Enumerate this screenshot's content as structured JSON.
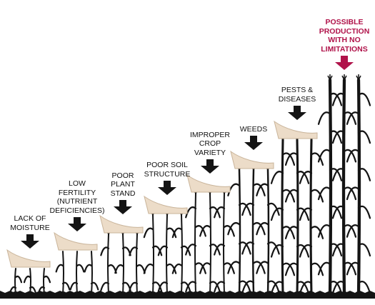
{
  "colors": {
    "ink": "#141414",
    "accent": "#b0134a",
    "wedge": "#ecdcc8",
    "wedge_edge": "#c9b49a"
  },
  "icons": {
    "step_arrow": "arrow-down-icon",
    "wedge": "barrier-wedge-icon"
  },
  "stages": [
    {
      "lines": [
        "LACK OF",
        "MOISTURE"
      ],
      "plant_height": 0.12,
      "plants": 3
    },
    {
      "lines": [
        "LOW",
        "FERTILITY",
        "(NUTRIENT",
        "DEFICIENCIES)"
      ],
      "plant_height": 0.2,
      "plants": 3
    },
    {
      "lines": [
        "POOR",
        "PLANT",
        "STAND"
      ],
      "plant_height": 0.28,
      "plants": 3
    },
    {
      "lines": [
        "POOR SOIL",
        "STRUCTURE"
      ],
      "plant_height": 0.37,
      "plants": 3
    },
    {
      "lines": [
        "IMPROPER",
        "CROP",
        "VARIETY"
      ],
      "plant_height": 0.47,
      "plants": 3
    },
    {
      "lines": [
        "WEEDS"
      ],
      "plant_height": 0.58,
      "plants": 3
    },
    {
      "lines": [
        "PESTS &",
        "DISEASES"
      ],
      "plant_height": 0.72,
      "plants": 3
    },
    {
      "lines": [
        "POSSIBLE",
        "PRODUCTION",
        "WITH NO",
        "LIMITATIONS"
      ],
      "plant_height": 1.0,
      "plants": 3,
      "goal": true
    }
  ]
}
